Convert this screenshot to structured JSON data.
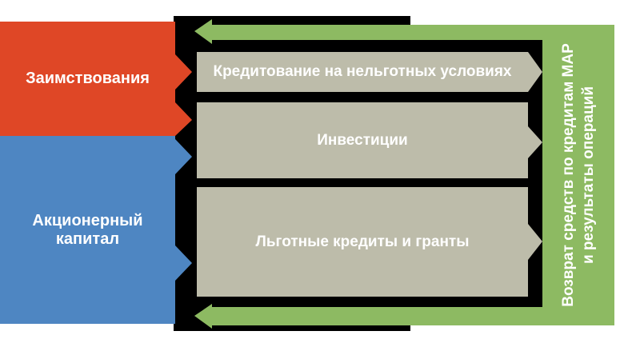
{
  "diagram": {
    "sources": [
      {
        "label": "Заимствования",
        "color": "#df4726"
      },
      {
        "label": "Акционерный капитал",
        "color": "#4e86c2"
      }
    ],
    "flows": [
      {
        "label": "Кредитование на нельготных условиях"
      },
      {
        "label": "Инвестиции"
      },
      {
        "label": "Льготные кредиты и гранты"
      }
    ],
    "return_flow": {
      "line1": "Возврат средств по кредитам МАР",
      "line2": "и результаты операций",
      "color": "#8dba62"
    },
    "colors": {
      "flow_arrow": "#bdbcaa",
      "backdrop": "#000000",
      "text": "#ffffff",
      "background": "#ffffff"
    }
  }
}
